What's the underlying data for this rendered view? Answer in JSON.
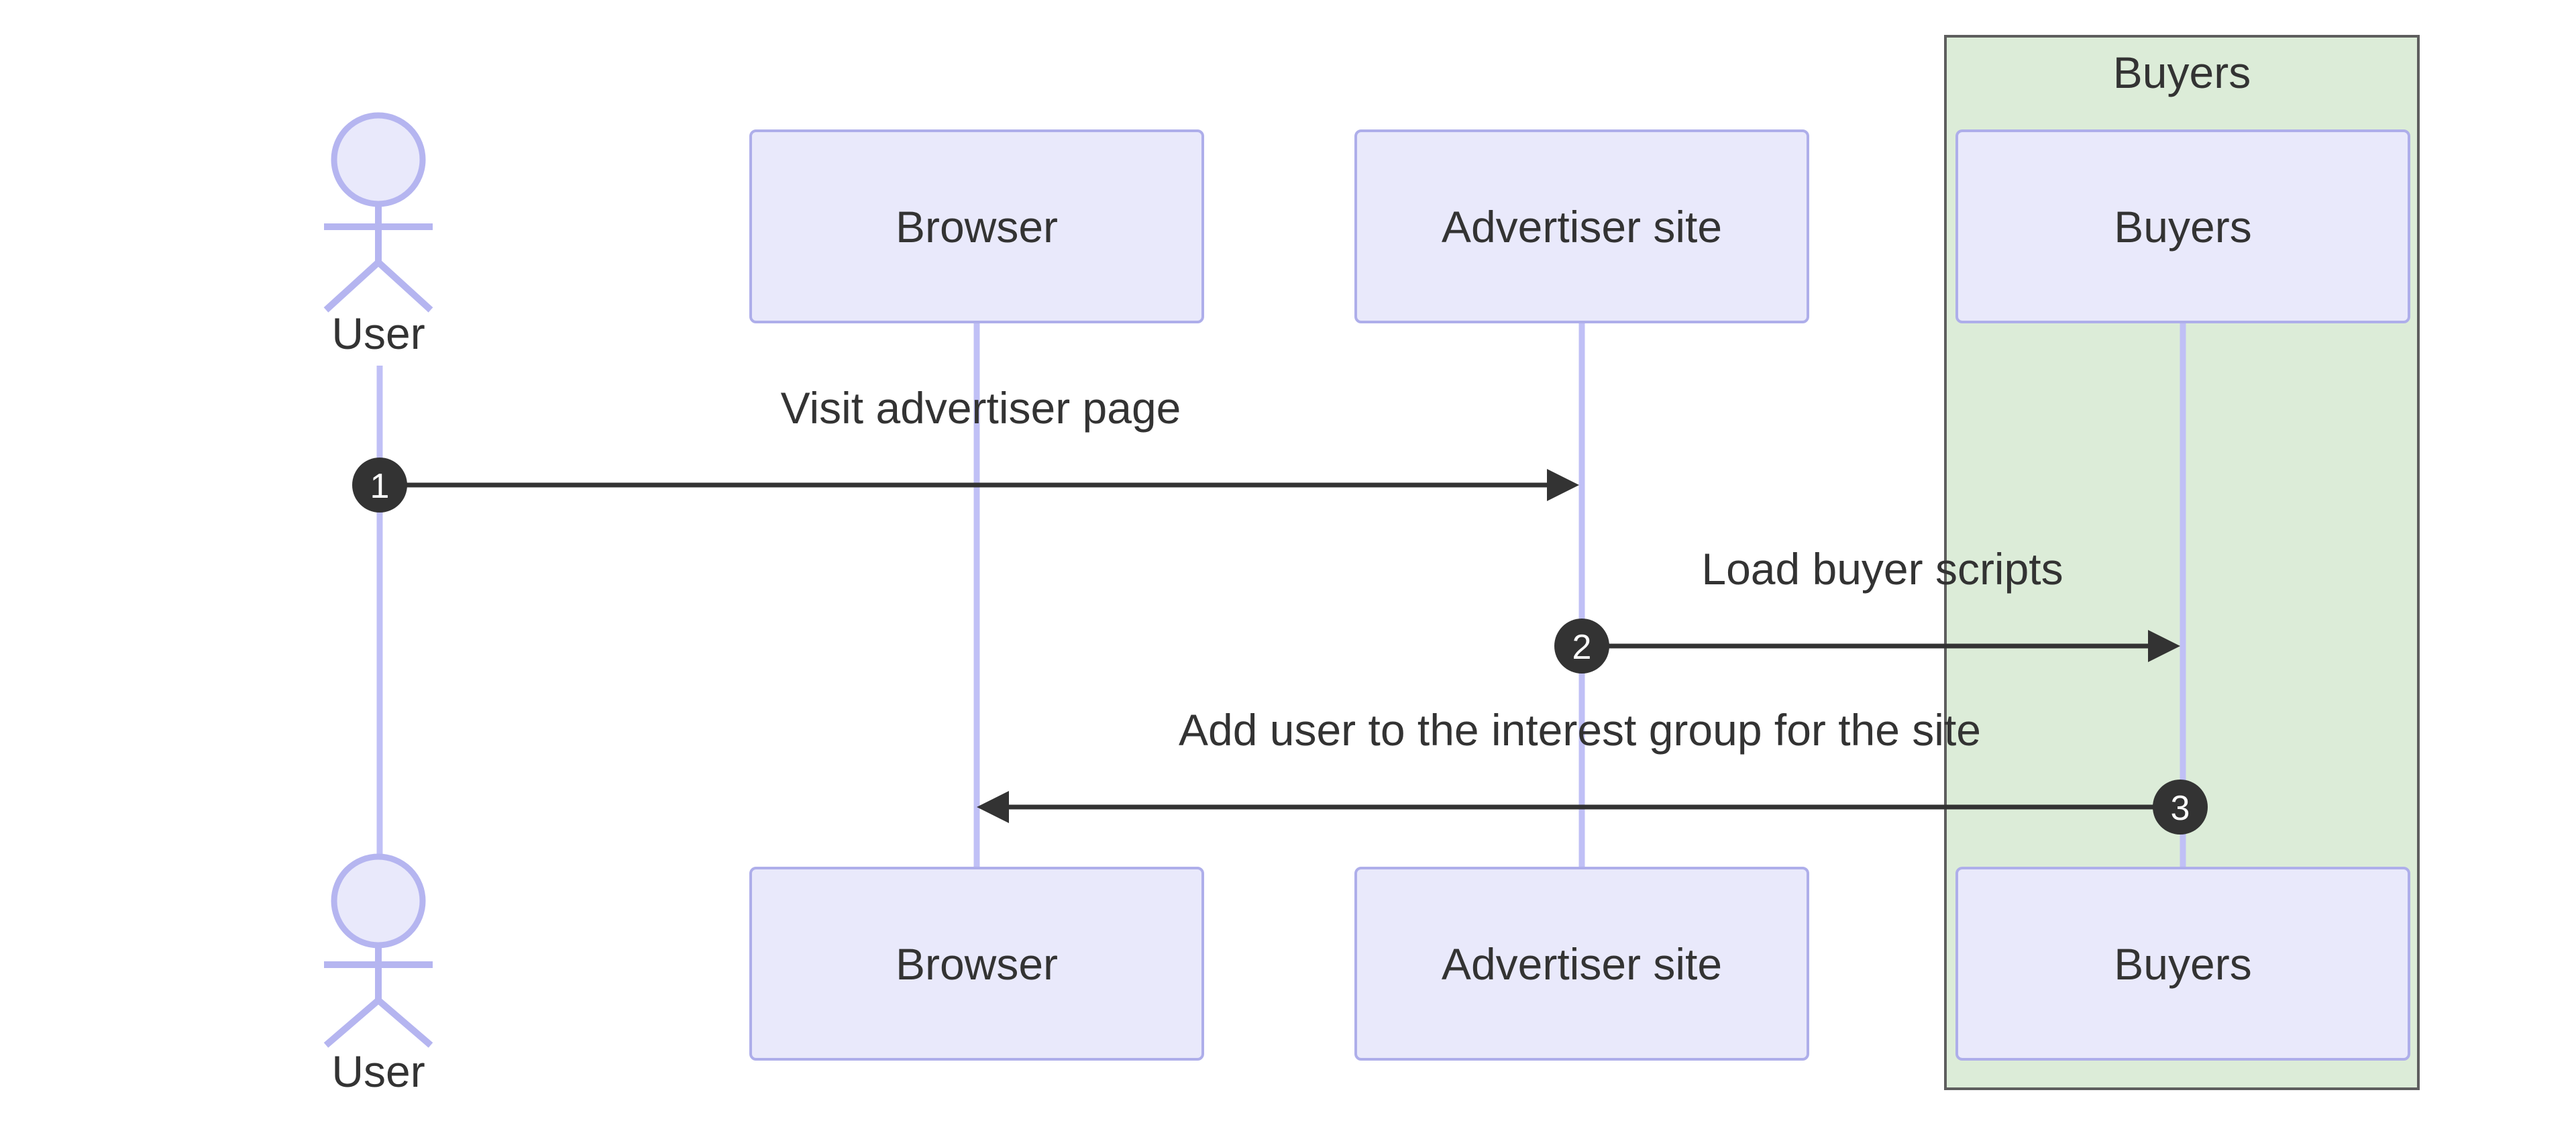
{
  "actor": {
    "top_label": "User",
    "bottom_label": "User"
  },
  "participants": [
    {
      "id": "browser",
      "label": "Browser"
    },
    {
      "id": "advertiser",
      "label": "Advertiser site"
    },
    {
      "id": "buyers",
      "label": "Buyers"
    }
  ],
  "group": {
    "title": "Buyers"
  },
  "messages": [
    {
      "num": "1",
      "text": "Visit advertiser page",
      "from": "User",
      "to": "Advertiser site"
    },
    {
      "num": "2",
      "text": "Load buyer scripts",
      "from": "Advertiser site",
      "to": "Buyers"
    },
    {
      "num": "3",
      "text": "Add user to the interest group for the site",
      "from": "Buyers",
      "to": "Browser"
    }
  ],
  "colors": {
    "participant_fill": "#e9e9fb",
    "participant_border": "#aeaeea",
    "lifeline": "#c0c0f6",
    "actor_figure": "#b5b5f0",
    "group_fill": "#dcecd8",
    "group_border": "#5e5e5e",
    "arrow": "#333333",
    "text": "#333333",
    "number_badge_fill": "#333333",
    "number_badge_text": "#ffffff"
  }
}
